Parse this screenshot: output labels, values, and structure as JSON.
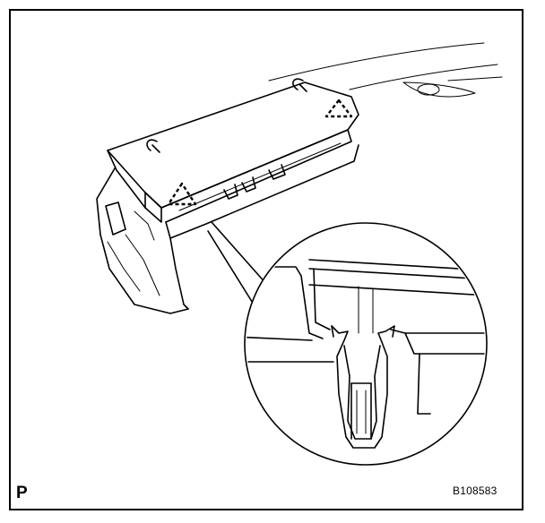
{
  "diagram": {
    "corner_label": "P",
    "reference_code": "B108583",
    "markers": [
      {
        "name": "clip-location-marker-upper",
        "shape": "dashed-triangle"
      },
      {
        "name": "clip-location-marker-lower",
        "shape": "dashed-triangle"
      }
    ],
    "detail_view": {
      "shape": "circle",
      "shows": "retaining-clip-cross-section"
    },
    "colors": {
      "line": "#000000",
      "background": "#ffffff"
    }
  }
}
